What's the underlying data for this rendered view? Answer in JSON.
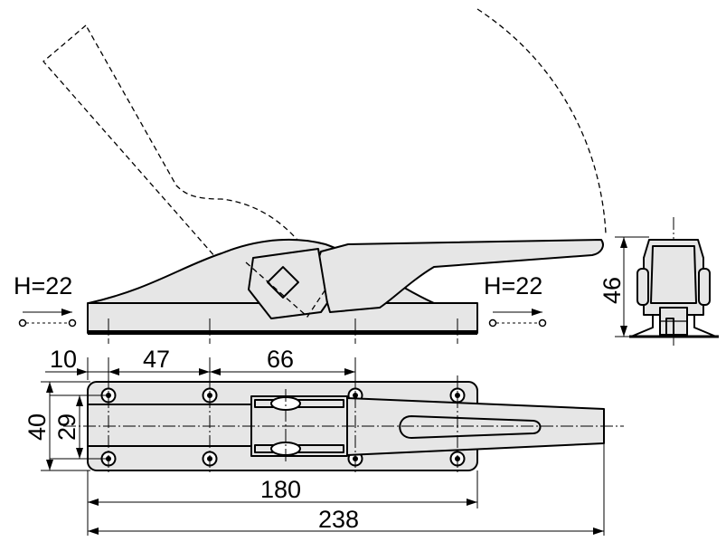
{
  "dimensions": {
    "h_left": "H=22",
    "h_right": "H=22",
    "d_10": "10",
    "d_47": "47",
    "d_66": "66",
    "d_40": "40",
    "d_29": "29",
    "d_180": "180",
    "d_238": "238",
    "d_46": "46"
  }
}
